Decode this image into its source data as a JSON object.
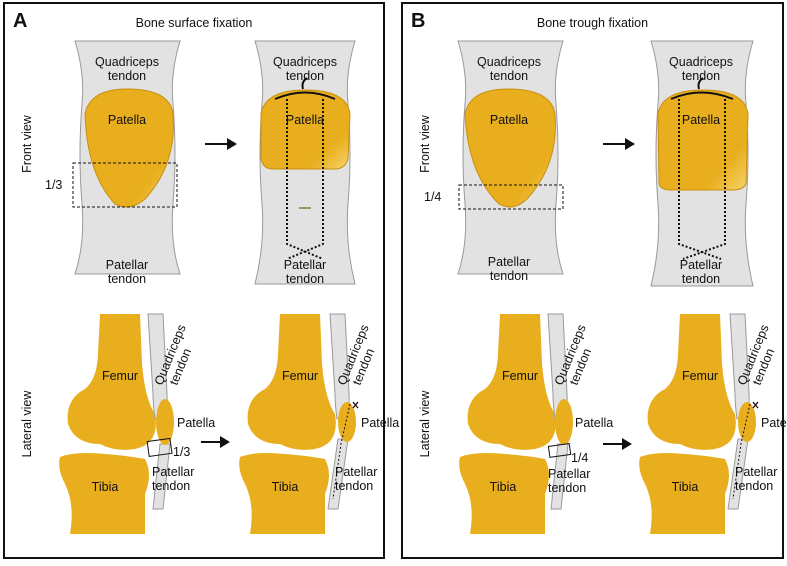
{
  "colors": {
    "bone": "#E8AE1E",
    "bone_dark": "#C98F10",
    "tendon": "#E2E2E2",
    "tendon_stroke": "#9A9A9A",
    "line": "#111111"
  },
  "panels": [
    {
      "id": "A",
      "label": "A",
      "title": "Bone surface fixation",
      "front_view_label": "Front view",
      "lateral_view_label": "Lateral view",
      "fraction": "1/3",
      "labels": {
        "quadriceps_1": "Quadriceps",
        "tendon_1": "tendon",
        "patella": "Patella",
        "patellar_1": "Patellar",
        "tendon_2": "tendon",
        "quadriceps_2": "Quadriceps",
        "tendon_3": "tendon",
        "patella_2": "Patella",
        "patellar_2": "Patellar",
        "tendon_4": "tendon",
        "femur": "Femur",
        "tibia": "Tibia",
        "lat_quadriceps": "Quadriceps",
        "lat_tendon": "tendon",
        "lat_patella": "Patella",
        "lat_patellar": "Patellar",
        "lat_tendon2": "tendon",
        "femur_2": "Femur",
        "tibia_2": "Tibia",
        "lat_quadriceps_2": "Quadriceps",
        "lat_tendon_3": "tendon",
        "lat_patella_2": "Patella",
        "lat_patellar_2": "Patellar",
        "lat_tendon_4": "tendon"
      }
    },
    {
      "id": "B",
      "label": "B",
      "title": "Bone trough fixation",
      "front_view_label": "Front view",
      "lateral_view_label": "Lateral view",
      "fraction": "1/4",
      "labels": {
        "quadriceps_1": "Quadriceps",
        "tendon_1": "tendon",
        "patella": "Patella",
        "patellar_1": "Patellar",
        "tendon_2": "tendon",
        "quadriceps_2": "Quadriceps",
        "tendon_3": "tendon",
        "patella_2": "Patella",
        "patellar_2": "Patellar",
        "tendon_4": "tendon",
        "femur": "Femur",
        "tibia": "Tibia",
        "lat_quadriceps": "Quadriceps",
        "lat_tendon": "tendon",
        "lat_patella": "Patella",
        "lat_patellar": "Patellar",
        "lat_tendon2": "tendon",
        "femur_2": "Femur",
        "tibia_2": "Tibia",
        "lat_quadriceps_2": "Quadriceps",
        "lat_tendon_3": "tendon",
        "lat_patella_2": "Patella",
        "lat_patellar_2": "Patellar",
        "lat_tendon_4": "tendon"
      }
    }
  ]
}
